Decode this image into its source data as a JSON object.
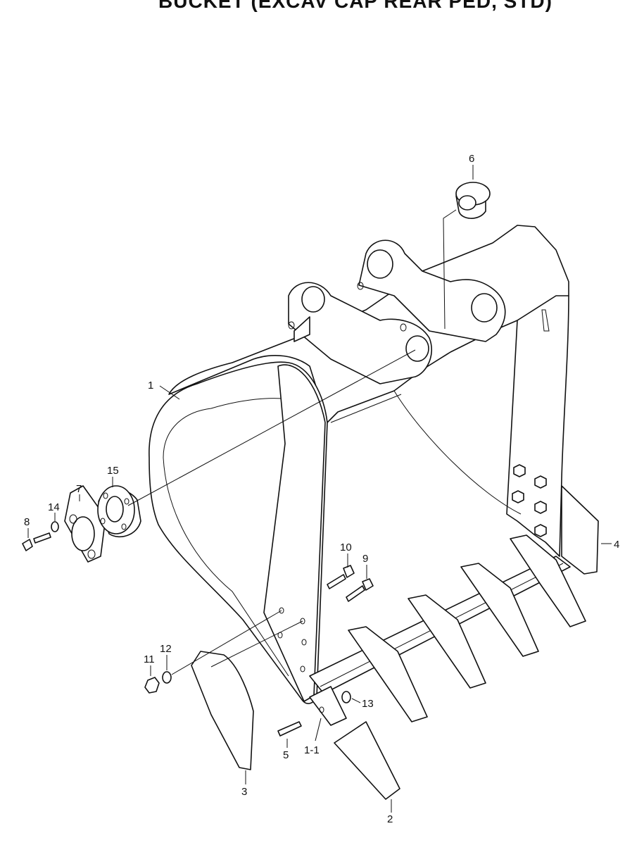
{
  "title": "BUCKET (EXCAV CAP REAR PED, STD)",
  "callouts": {
    "c1": "1",
    "c1_1": "1-1",
    "c2": "2",
    "c3": "3",
    "c4": "4",
    "c5": "5",
    "c6": "6",
    "c7": "7",
    "c8": "8",
    "c9": "9",
    "c10": "10",
    "c11": "11",
    "c12": "12",
    "c13": "13",
    "c14": "14",
    "c15": "15"
  }
}
